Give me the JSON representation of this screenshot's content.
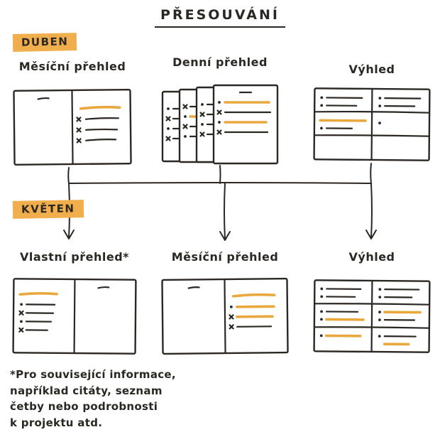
{
  "title": "PŘESOUVÁNÍ",
  "sections": {
    "april": {
      "label": "DUBEN",
      "items": [
        {
          "label": "Měsíční přehled",
          "sketch": "monthly-spread"
        },
        {
          "label": "Denní přehled",
          "sketch": "daily-pages-stack"
        },
        {
          "label": "Výhled",
          "sketch": "future-log-grid"
        }
      ]
    },
    "may": {
      "label": "KVĚTEN",
      "items": [
        {
          "label": "Vlastní přehled*",
          "sketch": "custom-spread"
        },
        {
          "label": "Měsíční přehled",
          "sketch": "monthly-spread"
        },
        {
          "label": "Výhled",
          "sketch": "future-log-grid"
        }
      ]
    }
  },
  "footnote": {
    "lines": [
      "*Pro související informace,",
      "například citáty, seznam",
      "četby nebo podrobnosti",
      "k projektu atd."
    ]
  },
  "colors": {
    "highlight": "#F1AE4C",
    "accent": "#E9A83E",
    "ink": "#2B2723"
  }
}
